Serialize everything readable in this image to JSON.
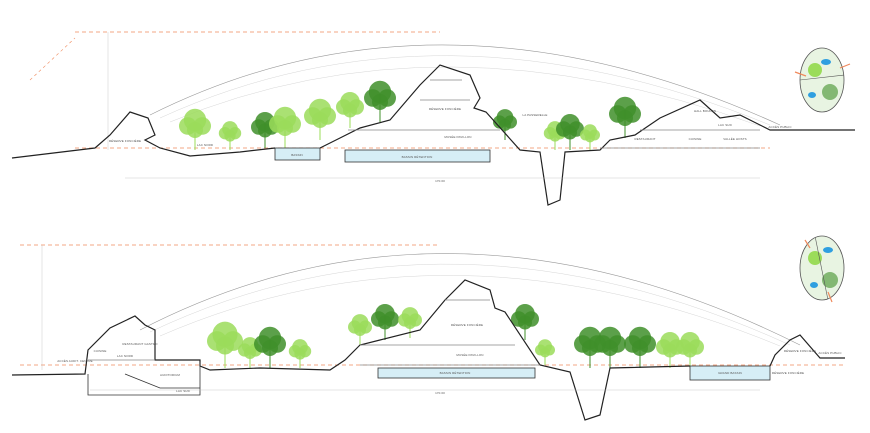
{
  "sections": [
    {
      "labels": {
        "reserve_left": "RÉSERVE FONCIÈRE",
        "lac_nord": "LAC NORD",
        "bassin": "BASSIN",
        "bassin_retention": "BASSIN RÉTENTION",
        "reserve_center": "RÉSERVE FONCIÈRE",
        "musee": "MUSÉE PAVILLON",
        "passerelle": "LA PASSERELLE",
        "restaurant": "RESTAURANT",
        "cuisine": "CUISINE",
        "vallee": "VALLÉE HOSTS",
        "hall": "HALL BOULON",
        "lac_sud": "LAC SUD",
        "acces_public": "ACCÈS PUBLIC",
        "dimension": "170.00"
      }
    },
    {
      "labels": {
        "acces": "ACCÈS AUDIT. CENTRE",
        "cuisine": "CUISINE",
        "restaurant": "RESTAURANT GASTRO",
        "lac_nord": "LAC NORD",
        "auditorium": "AUDITORIUM",
        "lac_sud": "LAC SUD",
        "bassin_retention": "BASSIN RÉTENTION",
        "reserve_center": "RÉSERVE FONCIÈRE",
        "musee": "MUSÉE PAVILLON",
        "grand_bassin": "GRAND BASSIN",
        "reserve_right": "RÉSERVE FONCIÈRE",
        "reserve_far": "RÉSERVE FONCIÈRE",
        "acces_public": "ACCÈS PUBLIC",
        "dimension": "170.00"
      }
    }
  ],
  "colors": {
    "accent": "#f08a5d",
    "tree_dark": "#3f8f2a",
    "tree_light": "#9bdc5a",
    "water": "#d6eef6",
    "key_water": "#2f9fe0"
  }
}
